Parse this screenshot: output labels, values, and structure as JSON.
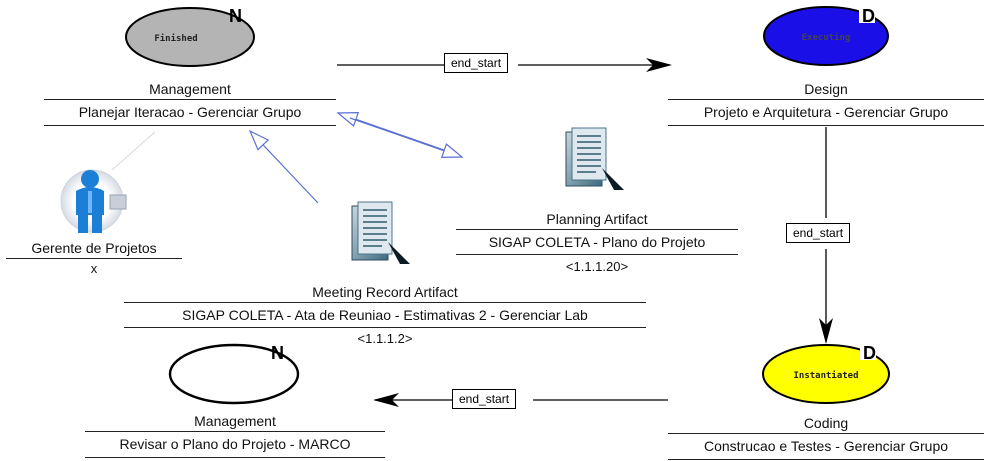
{
  "activities": [
    {
      "id": "a1",
      "type": "Management",
      "name": "Planejar Iteracao - Gerenciar Grupo",
      "state": "Finished",
      "mark": "N",
      "fill": "#b4b4b4"
    },
    {
      "id": "a2",
      "type": "Design",
      "name": "Projeto e Arquitetura - Gerenciar Grupo",
      "state": "Executing",
      "mark": "D",
      "fill": "#1a0fe6"
    },
    {
      "id": "a3",
      "type": "Coding",
      "name": "Construcao e Testes - Gerenciar Grupo",
      "state": "Instantiated",
      "mark": "D",
      "fill": "#ffff00"
    },
    {
      "id": "a4",
      "type": "Management",
      "name": "Revisar o Plano do Projeto - MARCO",
      "state": "",
      "mark": "N",
      "fill": "#ffffff"
    }
  ],
  "connectors": [
    {
      "from": "a1",
      "to": "a2",
      "label": "end_start"
    },
    {
      "from": "a2",
      "to": "a3",
      "label": "end_start"
    },
    {
      "from": "a3",
      "to": "a4",
      "label": "end_start"
    }
  ],
  "artifacts": [
    {
      "type": "Planning Artifact",
      "name": "SIGAP COLETA - Plano do Projeto",
      "version": "<1.1.1.20>",
      "icon": "document-icon"
    },
    {
      "type": "Meeting Record Artifact",
      "name": "SIGAP COLETA - Ata de Reuniao - Estimativas 2 - Gerenciar Lab",
      "version": "<1.1.1.2>",
      "icon": "document-icon"
    }
  ],
  "role": {
    "type": "Gerente de Projetos",
    "name": "x",
    "icon": "person-icon"
  }
}
